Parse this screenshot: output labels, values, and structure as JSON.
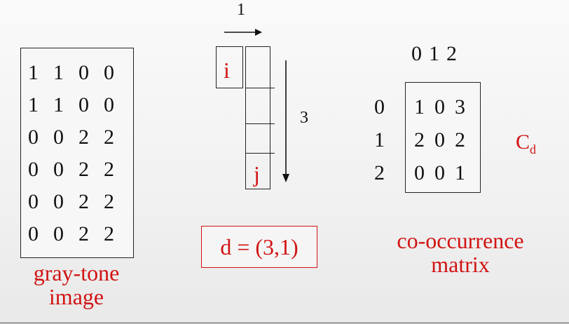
{
  "gray_image": {
    "rows": [
      [
        "1",
        "1",
        "0",
        "0"
      ],
      [
        "1",
        "1",
        "0",
        "0"
      ],
      [
        "0",
        "0",
        "2",
        "2"
      ],
      [
        "0",
        "0",
        "2",
        "2"
      ],
      [
        "0",
        "0",
        "2",
        "2"
      ],
      [
        "0",
        "0",
        "2",
        "2"
      ]
    ],
    "caption_line1": "gray-tone",
    "caption_line2": "image"
  },
  "displacement": {
    "horizontal_label": "1",
    "vertical_label": "3",
    "start_label": "i",
    "end_label": "j",
    "formula": "d = (3,1)"
  },
  "cooccurrence": {
    "col_headers": [
      "0",
      "1",
      "2"
    ],
    "row_headers": [
      "0",
      "1",
      "2"
    ],
    "rows": [
      [
        "1",
        "0",
        "3"
      ],
      [
        "2",
        "0",
        "2"
      ],
      [
        "0",
        "0",
        "1"
      ]
    ],
    "symbol_main": "C",
    "symbol_sub": "d",
    "caption_line1": "co-occurrence",
    "caption_line2": "matrix"
  },
  "colors": {
    "accent_red": "#d11313",
    "ink": "#111111"
  }
}
